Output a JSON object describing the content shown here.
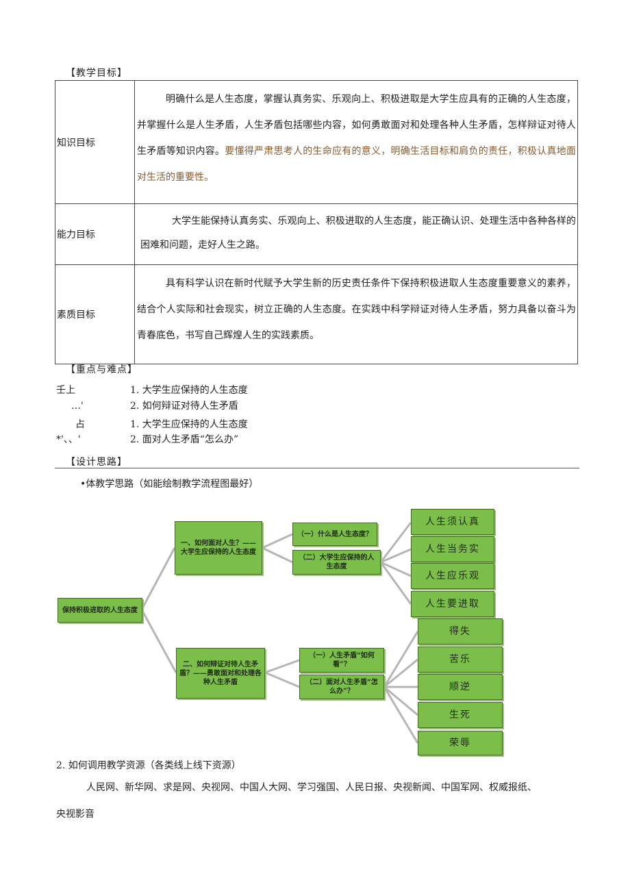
{
  "section_goals": "【教学目标】",
  "goals": [
    {
      "label": "知识目标",
      "text": "明确什么是人生态度，掌握认真务实、乐观向上、积极进取是大学生应具有的正确的人生态度，并掌握什么是人生矛盾，人生矛盾包括哪些内容，如何勇敢面对和处理各种人生矛盾，怎样辩证对待人生矛盾等知识内容。",
      "text_extra": "要懂得严肃思考人的生命应有的意义，明确生活目标和肩负的责任，积极认真地面对生活的重要性。"
    },
    {
      "label": "能力目标",
      "text": "大学生能保持认真务实、乐观向上、积极进取的人生态度，能正确认识、处理生活中各种各样的困难和问题，走好人生之路。"
    },
    {
      "label": "素质目标",
      "text": "具有科学认识在新时代赋予大学生新的历史责任条件下保持积极进取人生态度重要意义的素养，结合个人实际和社会现实，树立正确的人生态度。在实践中科学辩证对待人生矛盾，努力具备以奋斗为青春底色，书写自己辉煌人生的实践素质。"
    }
  ],
  "section_keys": "【重点与难点】",
  "keys": [
    {
      "label": "壬上",
      "item": "1. 大学生应保持的人生态度"
    },
    {
      "label": "…'",
      "item": "2. 如何辩证对待人生矛盾"
    },
    {
      "label": "占",
      "item": "1. 大学生应保持的人生态度"
    },
    {
      "label": "*'、、'",
      "item": "2. 面对人生矛盾“怎么办”"
    }
  ],
  "section_design": "【设计思路】",
  "design_sub": "•体教学思路（如能绘制教学流程图最好）",
  "flow": {
    "root": "保持积极进取的人生态度",
    "a1": "一、如何面对人生？——大学生应保持的人生态度",
    "a1_1": "（一）什么是人生态度？",
    "a1_2": "（二）大学生应保持的人生态度",
    "a1_leaves": [
      "人生须认真",
      "人生当务实",
      "人生应乐观",
      "人生要进取"
    ],
    "a2": "二、如何辩证对待人生矛盾？——勇敢面对和处理各种人生矛盾",
    "a2_1": "（一）人生矛盾“如何看”？",
    "a2_2": "（二）面对人生矛盾“怎么办”？",
    "a2_leaves": [
      "得失",
      "苦乐",
      "顺逆",
      "生死",
      "荣辱"
    ]
  },
  "section_resources": "2. 如何调用教学资源（各类线上线下资源）",
  "resources_line1": "人民网、新华网、求是网、央视网、中国人大网、学习强国、人民日报、央视新闻、中国军网、权威报纸、",
  "resources_line2": "央视影音"
}
